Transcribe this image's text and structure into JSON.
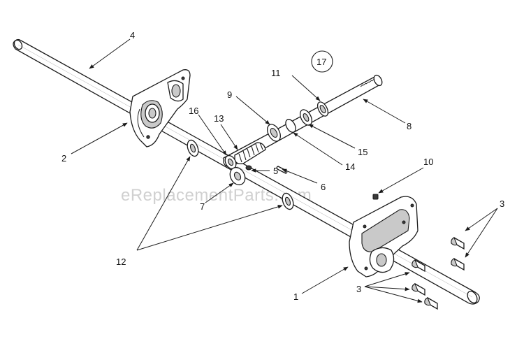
{
  "watermark": "eReplacementParts.com",
  "callouts": {
    "c1": "1",
    "c2": "2",
    "c3a": "3",
    "c3b": "3",
    "c4": "4",
    "c5": "5",
    "c6": "6",
    "c7": "7",
    "c8": "8",
    "c9": "9",
    "c10": "10",
    "c11": "11",
    "c12": "12",
    "c13": "13",
    "c14": "14",
    "c15": "15",
    "c16": "16",
    "c17": "17"
  },
  "colors": {
    "ink": "#1a1a1a",
    "part_fill": "#ffffff",
    "shade_fill": "#c9c9c9",
    "watermark": "#d0d0d0"
  }
}
